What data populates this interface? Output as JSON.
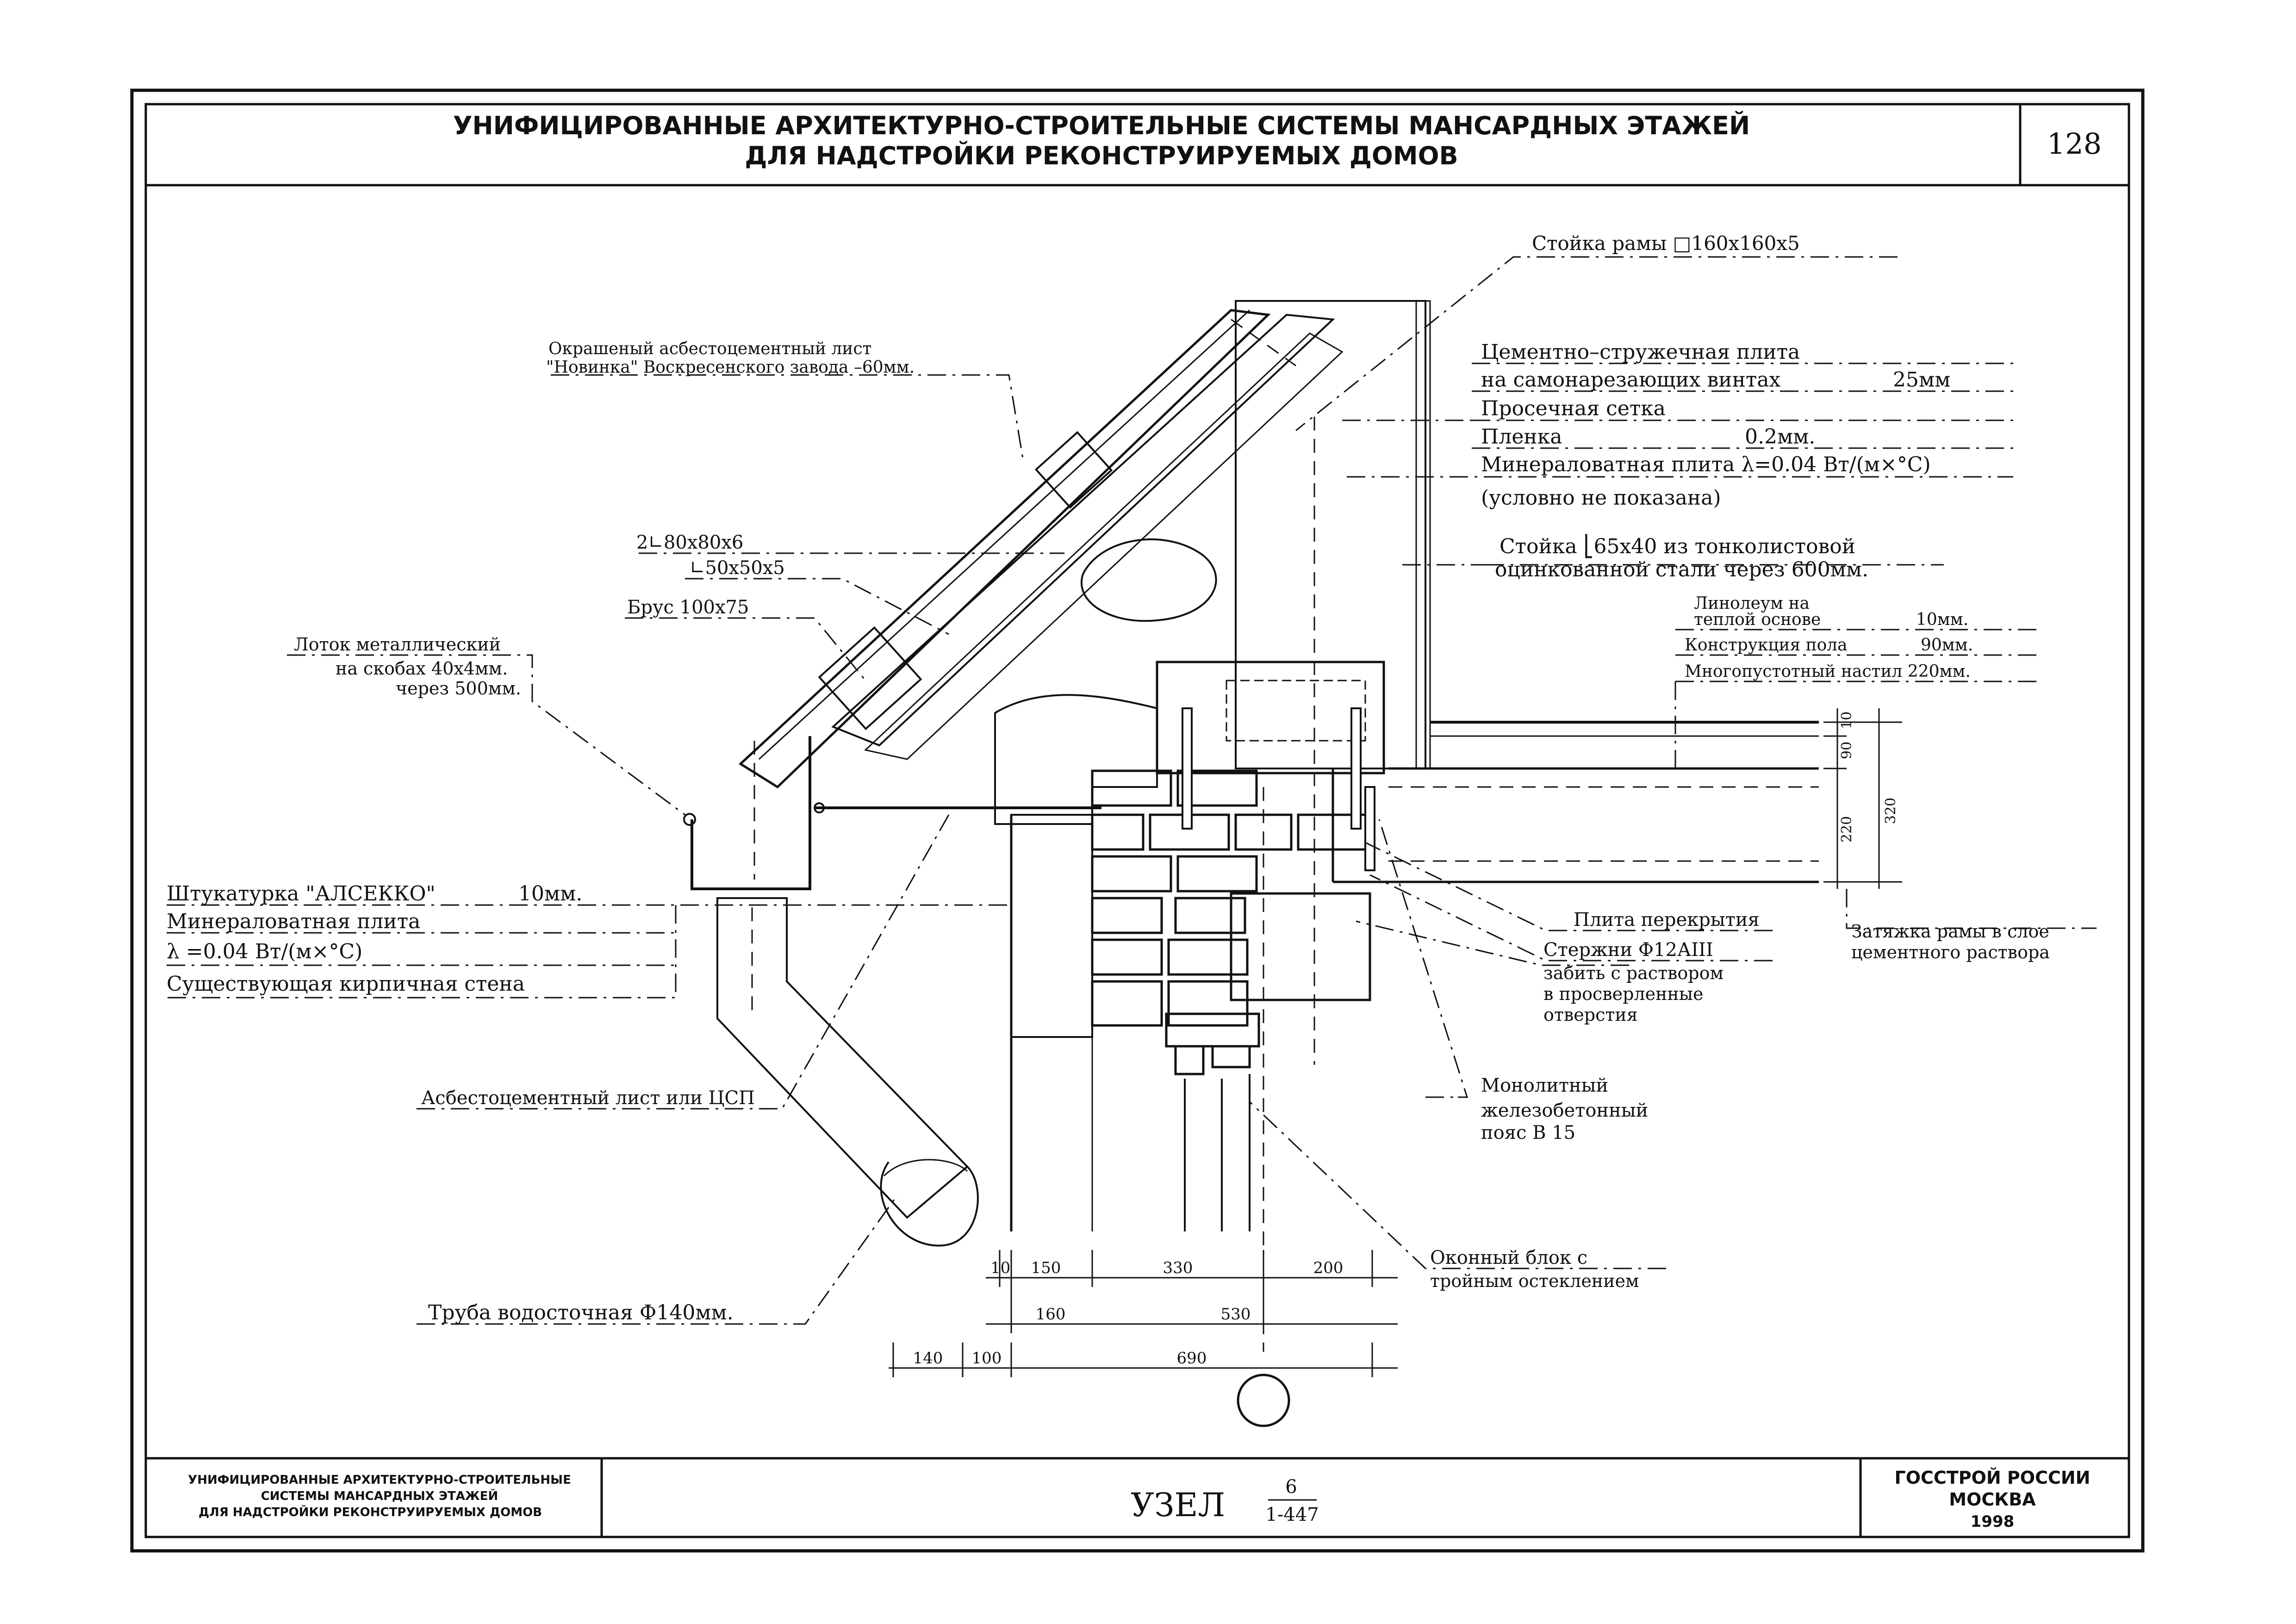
{
  "header": {
    "title_line1": "УНИФИЦИРОВАННЫЕ АРХИТЕКТУРНО-СТРОИТЕЛЬНЫЕ СИСТЕМЫ МАНСАРДНЫХ ЭТАЖЕЙ",
    "title_line2": "ДЛЯ НАДСТРОЙКИ РЕКОНСТРУИРУЕМЫХ ДОМОВ",
    "page_number": "128"
  },
  "labels": {
    "frame_post": "Стойка рамы □160х160х5",
    "painted_sheet_1": "Окрашеный асбестоцементный лист",
    "painted_sheet_2": "\"Новинка\" Воскресенского завода –60мм.",
    "csp_1": "Цементно–стружечная плита",
    "csp_2": "на самонарезающих винтах",
    "csp_2_size": "25мм",
    "mesh": "Просечная сетка",
    "film": "Пленка",
    "film_size": "0.2мм.",
    "mineral_slab": "Минераловатная плита λ=0.04 Вт/(м×°С)",
    "not_shown": "(условно не показана)",
    "angle_2": "2∟80х80х6",
    "angle_1": "∟50х50х5",
    "beam": "Брус 100х75",
    "post_thin_1": "Стойка ⎣65х40 из тонколистовой",
    "post_thin_2": "оцинкованной стали через 600мм.",
    "linoleum_1": "Линолеум на",
    "linoleum_2": "теплой основе",
    "linoleum_size": "10мм.",
    "floor_construction": "Конструкция пола",
    "floor_construction_size": "90мм.",
    "hollow_slab": "Многопустотный настил 220мм.",
    "gutter_1": "Лоток металлический",
    "gutter_2": "на скобах 40х4мм.",
    "gutter_3": "через 500мм.",
    "plaster": "Штукатурка \"АЛСЕККО\"",
    "plaster_size": "10мм.",
    "mineral_plate_1": "Минераловатная плита",
    "mineral_plate_2": "λ =0.04 Вт/(м×°С)",
    "existing_wall": "Существующая кирпичная стена",
    "floor_slab": "Плита перекрытия",
    "rod_1": "Стержни Ф12АIII",
    "rod_2": "забить с раствором",
    "rod_3": "в просверленные",
    "rod_4": "отверстия",
    "tie_1": "Затяжка рамы в слое",
    "tie_2": "цементного раствора",
    "asbestos_sheet": "Асбестоцементный лист или ЦСП",
    "monolithic_1": "Монолитный",
    "monolithic_2": "железобетонный",
    "monolithic_3": "пояс В 15",
    "window_1": "Оконный блок с",
    "window_2": "тройным остеклением",
    "downpipe": "Труба водосточная Ф140мм."
  },
  "dimensions": {
    "d10": "10",
    "d150": "150",
    "d330": "330",
    "d200": "200",
    "d160": "160",
    "d530": "530",
    "d140": "140",
    "d100": "100",
    "d690": "690",
    "v10": "10",
    "v90": "90",
    "v220": "220",
    "v320": "320"
  },
  "title_block": {
    "left_1": "УНИФИЦИРОВАННЫЕ АРХИТЕКТУРНО-СТРОИТЕЛЬНЫЕ",
    "left_2": "СИСТЕМЫ МАНСАРДНЫХ ЭТАЖЕЙ",
    "left_3": "ДЛЯ НАДСТРОЙКИ РЕКОНСТРУИРУЕМЫХ ДОМОВ",
    "node_label": "УЗЕЛ",
    "node_num": "6",
    "node_series": "1-447",
    "org_1": "ГОССТРОЙ РОССИИ",
    "org_2": "МОСКВА",
    "year": "1998"
  }
}
